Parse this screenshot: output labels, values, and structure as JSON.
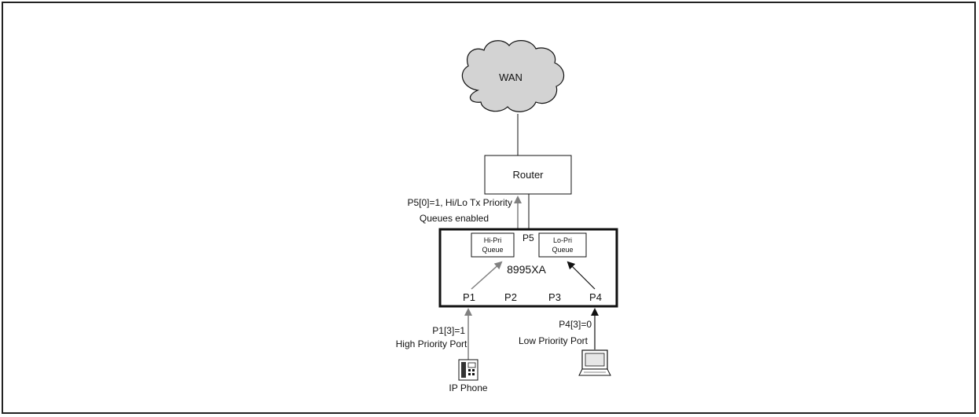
{
  "cloud": {
    "label": "WAN"
  },
  "router": {
    "label": "Router"
  },
  "uplink_note": {
    "line1": "P5[0]=1, Hi/Lo Tx Priority",
    "line2": "Queues enabled"
  },
  "switch": {
    "label": "8995XA",
    "uplink_port": "P5",
    "ports": [
      "P1",
      "P2",
      "P3",
      "P4"
    ],
    "hi_queue": {
      "line1": "Hi-Pri",
      "line2": "Queue"
    },
    "lo_queue": {
      "line1": "Lo-Pri",
      "line2": "Queue"
    }
  },
  "left_port_note": {
    "line1": "P1[3]=1",
    "line2": "High Priority Port"
  },
  "right_port_note": {
    "line1": "P4[3]=0",
    "line2": "Low Priority Port"
  },
  "devices": {
    "phone_label": "IP Phone"
  },
  "colors": {
    "line": "#111111",
    "gray_arrow": "#808080",
    "cloud_fill": "#d3d3d3"
  }
}
